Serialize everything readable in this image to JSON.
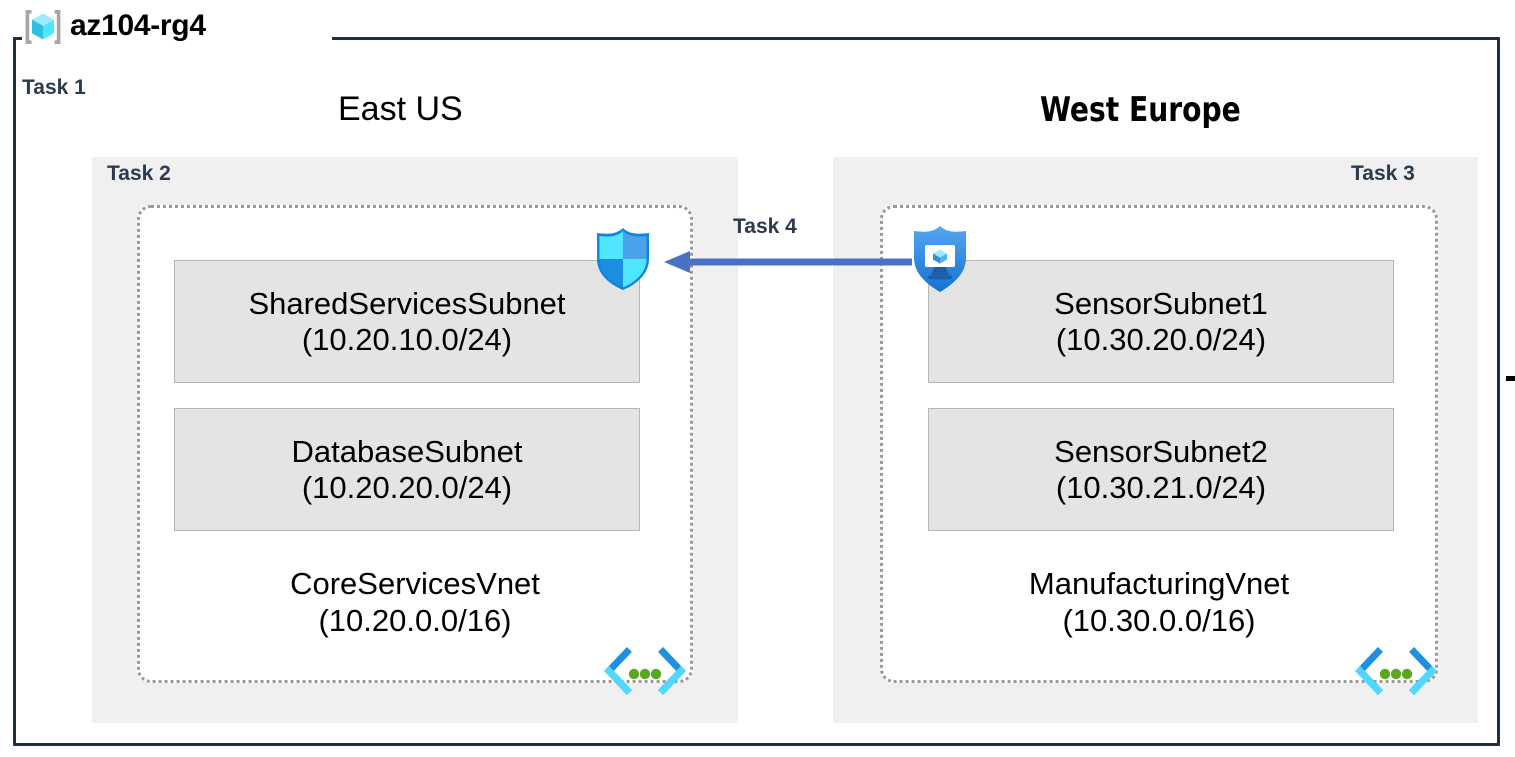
{
  "diagram": {
    "resource_group": {
      "name": "az104-rg4",
      "icon": "resource-group-cube-icon"
    },
    "task_labels": {
      "task1": "Task 1",
      "task2": "Task 2",
      "task3": "Task 3",
      "task4": "Task 4"
    },
    "regions": [
      {
        "id": "east-us",
        "title": "East US",
        "task": "Task 2",
        "vnet": {
          "name": "CoreServicesVnet",
          "cidr": "(10.20.0.0/16)",
          "icon": "virtual-network-icon",
          "subnets": [
            {
              "name": "SharedServicesSubnet",
              "cidr": "(10.20.10.0/24)"
            },
            {
              "name": "DatabaseSubnet",
              "cidr": "(10.20.20.0/24)"
            }
          ]
        },
        "attached_icon": "network-security-group-shield-icon"
      },
      {
        "id": "west-europe",
        "title": "West Europe",
        "task": "Task 3",
        "vnet": {
          "name": "ManufacturingVnet",
          "cidr": "(10.30.0.0/16)",
          "icon": "virtual-network-icon",
          "subnets": [
            {
              "name": "SensorSubnet1",
              "cidr": "(10.30.20.0/24)"
            },
            {
              "name": "SensorSubnet2",
              "cidr": "(10.30.21.0/24)"
            }
          ]
        },
        "attached_icon": "security-center-monitor-shield-icon"
      }
    ],
    "connection": {
      "label": "Task 4",
      "direction": "right-to-left",
      "from": "ManufacturingVnet",
      "to": "CoreServicesVnet",
      "color": "#4a72c4"
    },
    "colors": {
      "frame_border": "#1b2f4b",
      "region_fill": "#f0f0f0",
      "subnet_fill": "#e4e4e4",
      "subnet_border": "#b6b6b6",
      "vnet_dotted_border": "#9a9a9a",
      "task_label": "#2b3a4f",
      "arrow": "#4a72c4",
      "azure_cyan": "#50e6ff",
      "azure_blue": "#0078d4"
    }
  }
}
